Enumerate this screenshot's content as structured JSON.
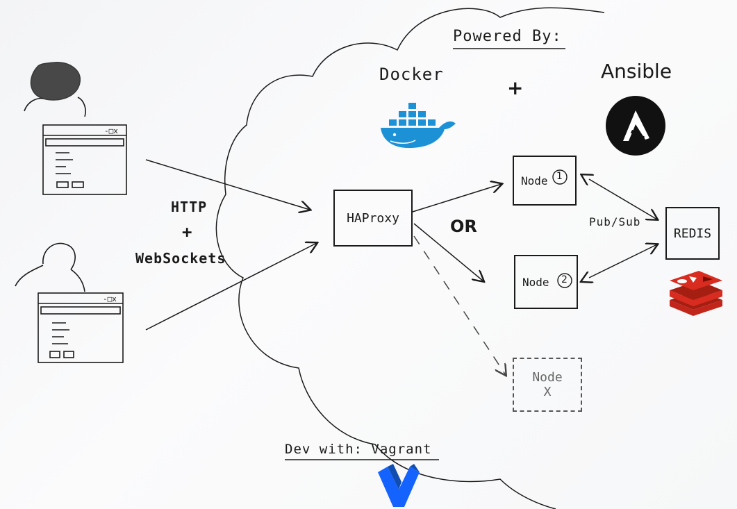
{
  "header": {
    "powered_by": "Powered By:"
  },
  "tech": {
    "docker": "Docker",
    "plus": "+",
    "ansible": "Ansible"
  },
  "protocol": {
    "http": "HTTP",
    "plus": "+",
    "websockets": "WebSockets"
  },
  "proxy": {
    "label": "HAProxy"
  },
  "connector": {
    "or": "OR"
  },
  "nodes": [
    {
      "label": "Node",
      "num": "1"
    },
    {
      "label": "Node",
      "num": "2"
    },
    {
      "label": "Node",
      "num": "X"
    }
  ],
  "pubsub": "Pub/Sub",
  "redis": "REDIS",
  "dev": {
    "label": "Dev with: Vagrant"
  },
  "colors": {
    "docker": "#1d91d6",
    "redis": "#d82c20",
    "ansible": "#111111",
    "vagrant": "#1563ff",
    "ink": "#1a1a1a"
  }
}
